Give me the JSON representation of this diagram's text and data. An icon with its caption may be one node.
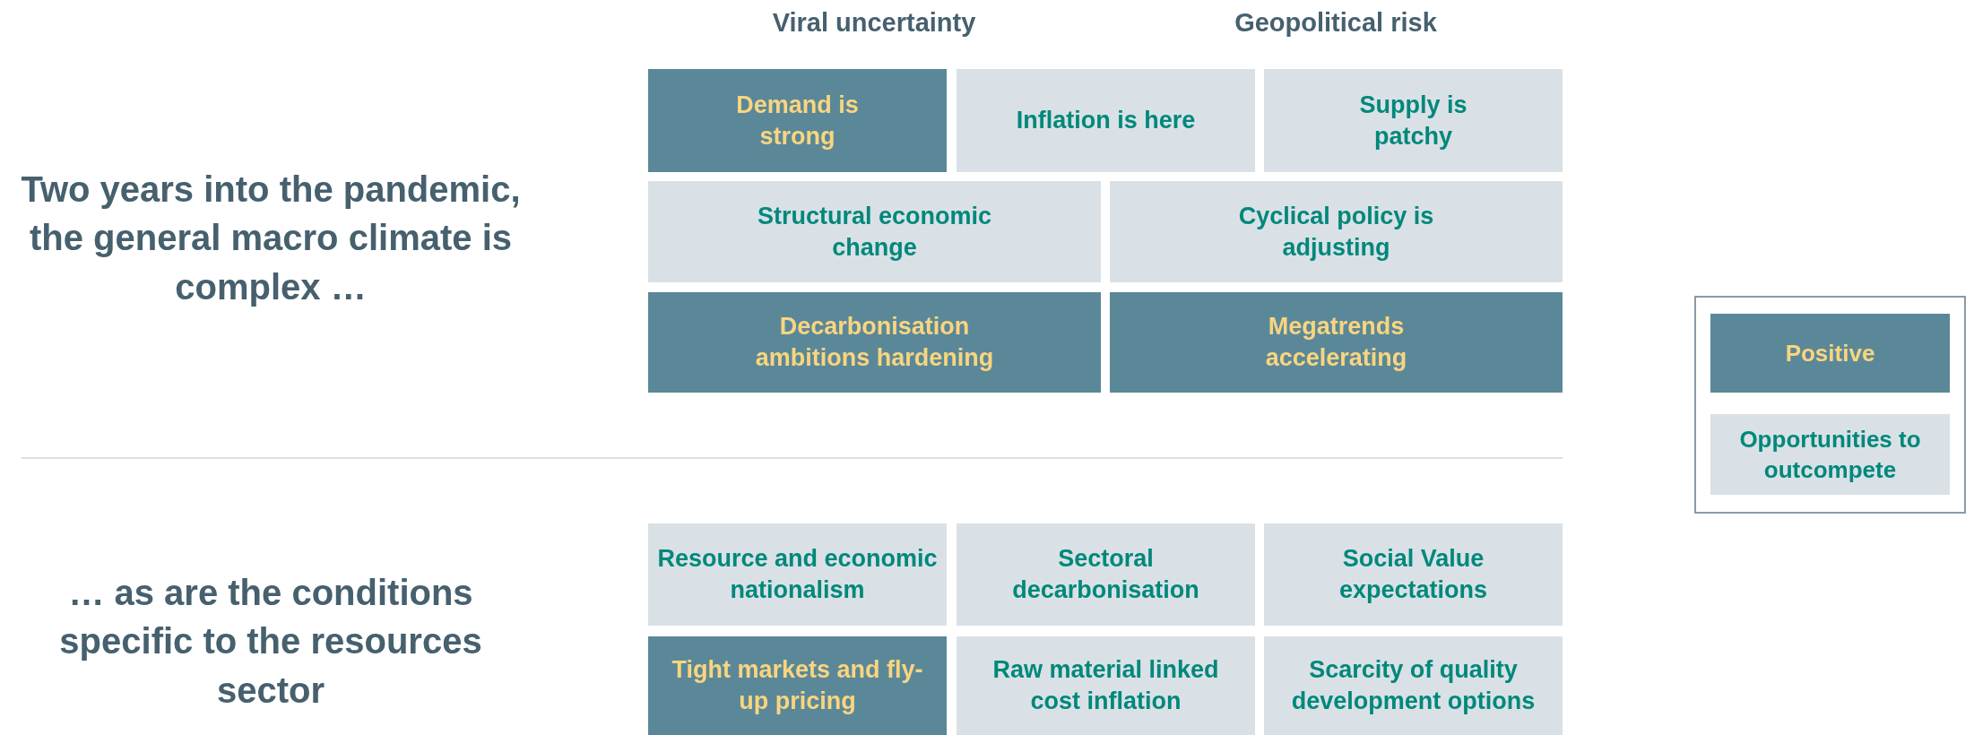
{
  "diagram": {
    "nodes": [
      {
        "text": [
          "Demand is strong"
        ]
      },
      {
        "text": [
          "Inflation is here"
        ]
      },
      {
        "text": [
          "Supply is patchy"
        ]
      },
      {
        "text": [
          "Structural economic change"
        ]
      },
      {
        "text": [
          "Cyclical policy is adjusting"
        ]
      },
      {
        "text": [
          "Decarbonisation ambitions hardening"
        ]
      },
      {
        "text": [
          "Megatrends accelerating"
        ]
      },
      {
        "text": [
          "Resource and economic nationalism"
        ]
      },
      {
        "text": [
          "Sectoral decarbonisation"
        ]
      },
      {
        "text": [
          "Social Value expectations"
        ]
      },
      {
        "text": [
          "Tight markets and fly-up pricing"
        ]
      },
      {
        "text": [
          "Raw material linked cost inflation"
        ]
      },
      {
        "text": [
          "Scarcity of quality development options"
        ]
      }
    ],
    "labels": [
      "Viral uncertainty",
      "Geopolitical risk",
      "Two years into the pandemic, the general macro climate is complex …",
      "… as are the conditions specific to the resources sector"
    ],
    "legend": [
      {
        "text": "Positive",
        "color": "#5b8899"
      },
      {
        "text": "Opportunities to outcompete",
        "color": "#d9e1e7"
      }
    ]
  }
}
